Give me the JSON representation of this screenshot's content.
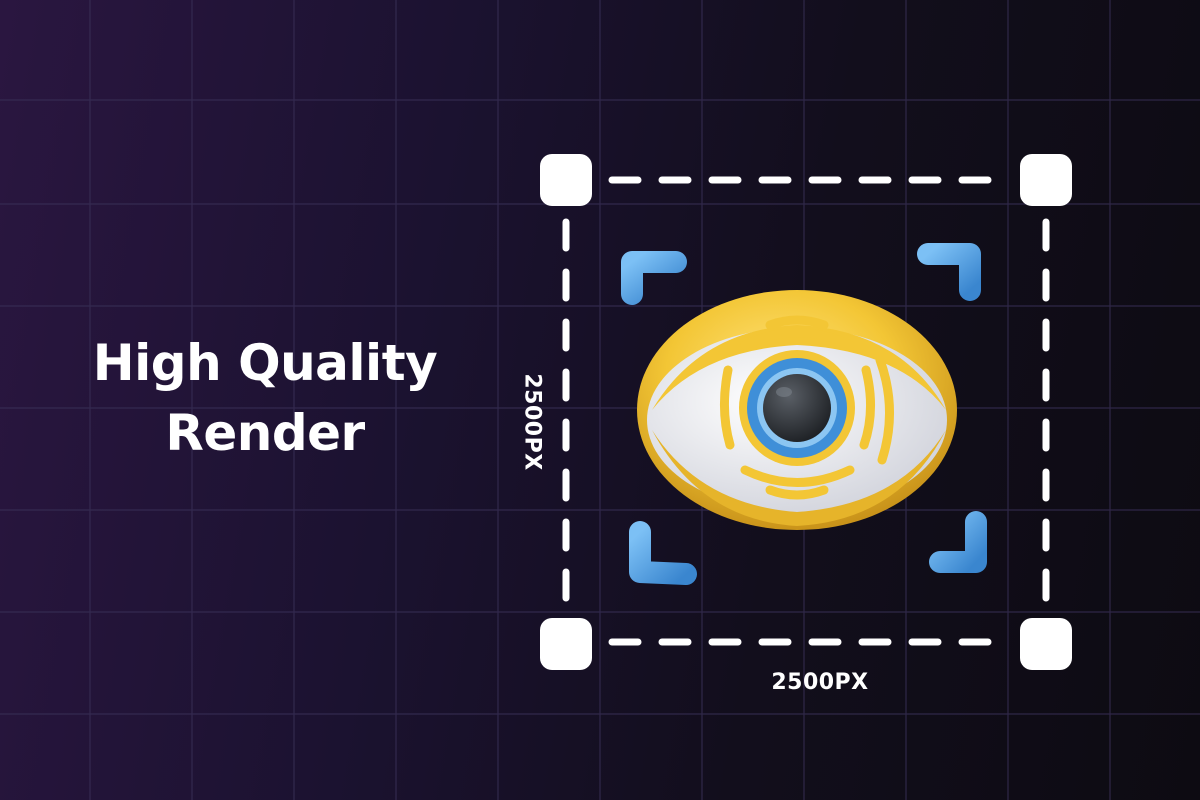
{
  "headline": {
    "line1": "High Quality",
    "line2": "Render"
  },
  "dimensions": {
    "width_label": "2500PX",
    "height_label": "2500PX"
  },
  "icon": {
    "name": "eye-scan-icon"
  },
  "colors": {
    "background_start": "#2a1640",
    "background_end": "#0d0b12",
    "grid_line": "#3a3158",
    "frame": "#ffffff",
    "corner_bracket": "#4a9fe3",
    "eye_outer": "#f3c635",
    "eye_white": "#e9e9ee",
    "iris_ring": "#3f8fd8",
    "pupil": "#2f3338"
  }
}
